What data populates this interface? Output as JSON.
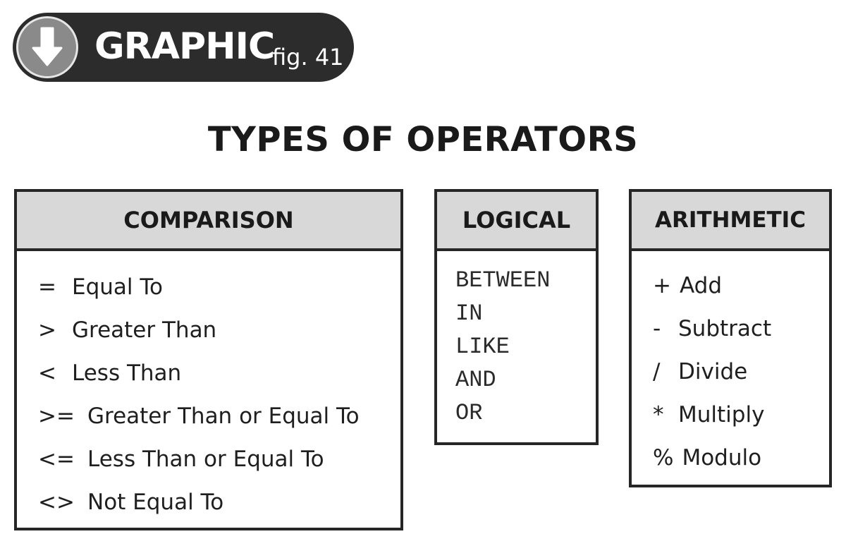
{
  "badge": {
    "title": "GRAPHIC",
    "subtitle": "fig. 41",
    "icon": "arrow-down-icon"
  },
  "title": "TYPES OF OPERATORS",
  "comparison": {
    "header": "COMPARISON",
    "items": [
      {
        "symbol": "=",
        "label": "Equal To"
      },
      {
        "symbol": ">",
        "label": "Greater Than"
      },
      {
        "symbol": "<",
        "label": "Less Than"
      },
      {
        "symbol": ">=",
        "label": "Greater Than or Equal To"
      },
      {
        "symbol": "<=",
        "label": "Less Than or Equal To"
      },
      {
        "symbol": "<>",
        "label": "Not Equal To"
      }
    ]
  },
  "logical": {
    "header": "LOGICAL",
    "items": [
      "BETWEEN",
      "IN",
      "LIKE",
      "AND",
      "OR"
    ]
  },
  "arithmetic": {
    "header": "ARITHMETIC",
    "items": [
      {
        "symbol": "+",
        "label": "Add"
      },
      {
        "symbol": "-",
        "label": "Subtract"
      },
      {
        "symbol": "/",
        "label": "Divide"
      },
      {
        "symbol": "*",
        "label": "Multiply"
      },
      {
        "symbol": "%",
        "label": "Modulo"
      }
    ]
  },
  "colors": {
    "badge_bg": "#2c2c2c",
    "icon_bg": "#8a8a8a",
    "header_bg": "#d8d8d8",
    "border": "#262626"
  }
}
